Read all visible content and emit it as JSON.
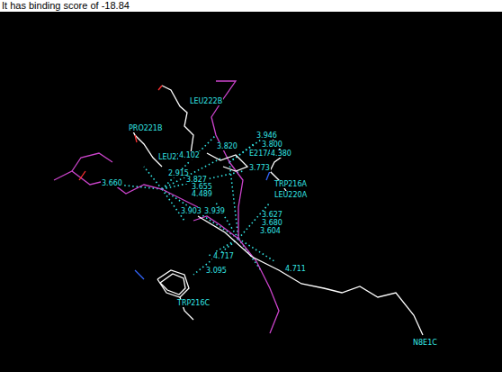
{
  "diagram": {
    "title": "It has binding score of -18.84",
    "labels": [
      "LEU222B",
      "PRO221B",
      "LEU220B",
      "4.102",
      "2.915",
      "3.660",
      "3.820",
      "3.946",
      "3.800",
      "E217A",
      "4.380",
      "3.773",
      "TRP216A",
      "LEU220A",
      "3.827",
      "3.655",
      "4.489",
      "3.903",
      "3.939",
      "3.627",
      "3.680",
      "3.604",
      "4.717",
      "3.095",
      "4.711",
      "TRP216C",
      "N8E1C"
    ]
  }
}
